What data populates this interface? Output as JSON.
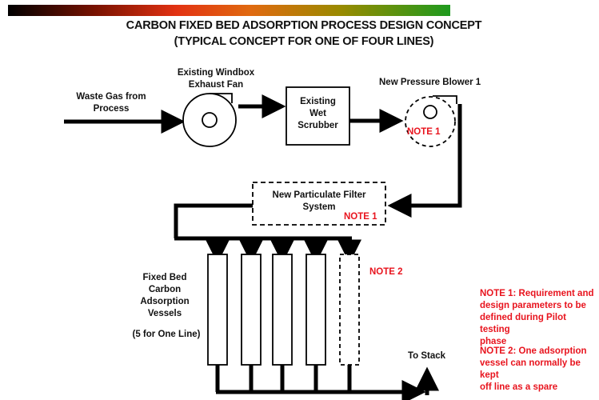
{
  "title": {
    "line1": "CARBON FIXED BED ADSORPTION PROCESS DESIGN CONCEPT",
    "line2": "(TYPICAL CONCEPT FOR ONE OF FOUR LINES)"
  },
  "labels": {
    "waste_gas_1": "Waste Gas from",
    "waste_gas_2": "Process",
    "windbox_1": "Existing Windbox",
    "windbox_2": "Exhaust Fan",
    "scrubber_1": "Existing",
    "scrubber_2": "Wet",
    "scrubber_3": "Scrubber",
    "blower": "New Pressure Blower 1",
    "filter_1": "New Particulate Filter",
    "filter_2": "System",
    "vessels_1": "Fixed Bed",
    "vessels_2": "Carbon",
    "vessels_3": "Adsorption",
    "vessels_4": "Vessels",
    "vessels_5": "(5 for One Line)",
    "to_stack": "To Stack",
    "note1_tag": "NOTE 1",
    "note2_tag": "NOTE 2"
  },
  "notes": {
    "note1_l1": "NOTE 1: Requirement and",
    "note1_l2": "design parameters to be",
    "note1_l3": "defined during Pilot testing",
    "note1_l4": "phase",
    "note2_l1": "NOTE 2: One adsorption",
    "note2_l2": "vessel can normally be kept",
    "note2_l3": "off line as a spare"
  },
  "colors": {
    "note_red": "#e8141e",
    "line": "#000000"
  }
}
